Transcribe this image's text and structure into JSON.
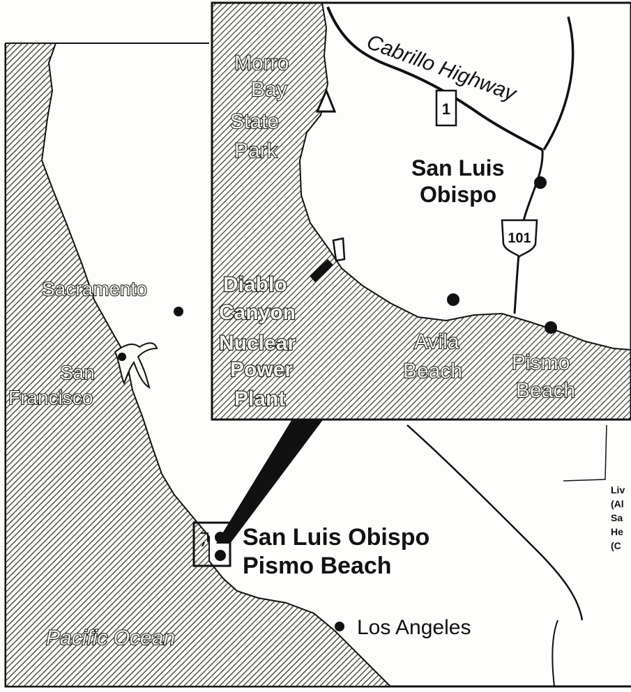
{
  "main_map": {
    "cities": {
      "sacramento": "Sacramento",
      "san_francisco_line1": "San",
      "san_francisco_line2": "Francisco",
      "los_angeles": "Los Angeles",
      "san_luis_obispo": "San Luis Obispo",
      "pismo_beach": "Pismo Beach"
    },
    "ocean": "Pacific Ocean"
  },
  "inset_map": {
    "highway_name": "Cabrillo Highway",
    "route_1": "1",
    "route_101": "101",
    "park": [
      "Morro",
      "Bay",
      "State",
      "Park"
    ],
    "city": [
      "San Luis",
      "Obispo"
    ],
    "plant": [
      "Diablo",
      "Canyon",
      "Nuclear",
      "Power",
      "Plant"
    ],
    "avila": [
      "Avila",
      "Beach"
    ],
    "pismo": [
      "Pismo",
      "Beach"
    ]
  },
  "side_text": [
    "Liv",
    "(Al",
    "Sa",
    "He",
    "(C"
  ],
  "colors": {
    "ink": "#111111",
    "paper": "#fdfdfb",
    "land_hatch": "#222222"
  }
}
